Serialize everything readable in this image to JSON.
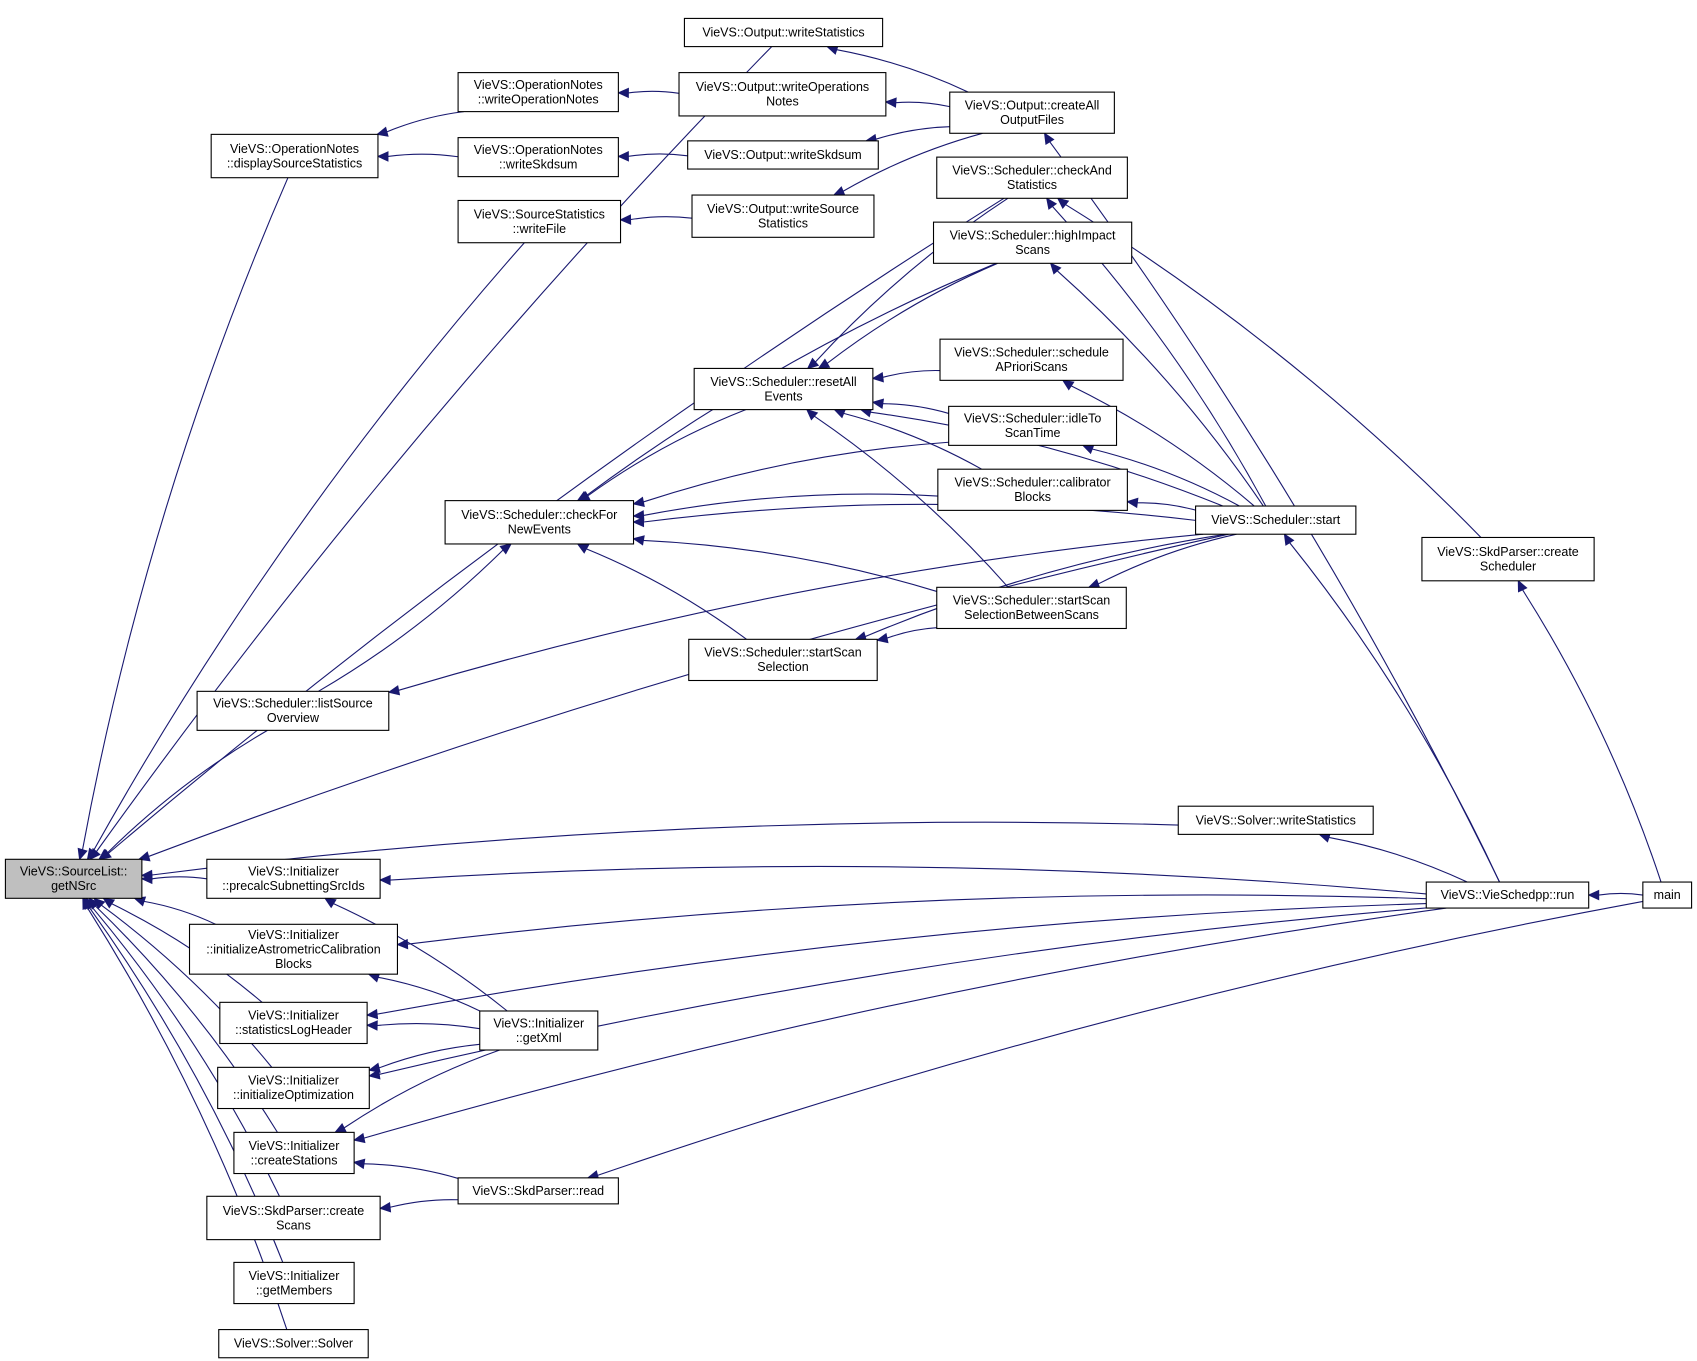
{
  "nodes": [
    {
      "id": "getNSrc",
      "lines": [
        "VieVS::SourceList::",
        "getNSrc"
      ],
      "focus": true
    },
    {
      "id": "writeStatisticsOut",
      "lines": [
        "VieVS::Output::writeStatistics"
      ]
    },
    {
      "id": "displaySourceStatistics",
      "lines": [
        "VieVS::OperationNotes",
        "::displaySourceStatistics"
      ]
    },
    {
      "id": "writeOperationNotesON",
      "lines": [
        "VieVS::OperationNotes",
        "::writeOperationNotes"
      ]
    },
    {
      "id": "writeSkdsumON",
      "lines": [
        "VieVS::OperationNotes",
        "::writeSkdsum"
      ]
    },
    {
      "id": "writeOperationsNotesOut",
      "lines": [
        "VieVS::Output::writeOperations",
        "Notes"
      ]
    },
    {
      "id": "writeSkdsumOut",
      "lines": [
        "VieVS::Output::writeSkdsum"
      ]
    },
    {
      "id": "createAllOutputFiles",
      "lines": [
        "VieVS::Output::createAll",
        "OutputFiles"
      ]
    },
    {
      "id": "ssWriteFile",
      "lines": [
        "VieVS::SourceStatistics",
        "::writeFile"
      ]
    },
    {
      "id": "writeSourceStatistics",
      "lines": [
        "VieVS::Output::writeSource",
        "Statistics"
      ]
    },
    {
      "id": "checkAndStatistics",
      "lines": [
        "VieVS::Scheduler::checkAnd",
        "Statistics"
      ]
    },
    {
      "id": "highImpactScans",
      "lines": [
        "VieVS::Scheduler::highImpact",
        "Scans"
      ]
    },
    {
      "id": "resetAllEvents",
      "lines": [
        "VieVS::Scheduler::resetAll",
        "Events"
      ]
    },
    {
      "id": "scheduleAPrioriScans",
      "lines": [
        "VieVS::Scheduler::schedule",
        "APrioriScans"
      ]
    },
    {
      "id": "idleToScanTime",
      "lines": [
        "VieVS::Scheduler::idleTo",
        "ScanTime"
      ]
    },
    {
      "id": "calibratorBlocks",
      "lines": [
        "VieVS::Scheduler::calibrator",
        "Blocks"
      ]
    },
    {
      "id": "checkForNewEvents",
      "lines": [
        "VieVS::Scheduler::checkFor",
        "NewEvents"
      ]
    },
    {
      "id": "schedStart",
      "lines": [
        "VieVS::Scheduler::start"
      ]
    },
    {
      "id": "startScanSelectionBetweenScans",
      "lines": [
        "VieVS::Scheduler::startScan",
        "SelectionBetweenScans"
      ]
    },
    {
      "id": "startScanSelection",
      "lines": [
        "VieVS::Scheduler::startScan",
        "Selection"
      ]
    },
    {
      "id": "listSourceOverview",
      "lines": [
        "VieVS::Scheduler::listSource",
        "Overview"
      ]
    },
    {
      "id": "createScheduler",
      "lines": [
        "VieVS::SkdParser::create",
        "Scheduler"
      ]
    },
    {
      "id": "solverWriteStatistics",
      "lines": [
        "VieVS::Solver::writeStatistics"
      ]
    },
    {
      "id": "vieSchedppRun",
      "lines": [
        "VieVS::VieSchedpp::run"
      ]
    },
    {
      "id": "main",
      "lines": [
        "main"
      ]
    },
    {
      "id": "precalcSubnetting",
      "lines": [
        "VieVS::Initializer",
        "::precalcSubnettingSrcIds"
      ]
    },
    {
      "id": "initAstroCal",
      "lines": [
        "VieVS::Initializer",
        "::initializeAstrometricCalibration",
        "Blocks"
      ]
    },
    {
      "id": "statisticsLogHeader",
      "lines": [
        "VieVS::Initializer",
        "::statisticsLogHeader"
      ]
    },
    {
      "id": "getXml",
      "lines": [
        "VieVS::Initializer",
        "::getXml"
      ]
    },
    {
      "id": "initializeOptimization",
      "lines": [
        "VieVS::Initializer",
        "::initializeOptimization"
      ]
    },
    {
      "id": "createStations",
      "lines": [
        "VieVS::Initializer",
        "::createStations"
      ]
    },
    {
      "id": "skdParserRead",
      "lines": [
        "VieVS::SkdParser::read"
      ]
    },
    {
      "id": "skdCreateScans",
      "lines": [
        "VieVS::SkdParser::create",
        "Scans"
      ]
    },
    {
      "id": "getMembers",
      "lines": [
        "VieVS::Initializer",
        "::getMembers"
      ]
    },
    {
      "id": "solverSolver",
      "lines": [
        "VieVS::Solver::Solver"
      ]
    }
  ],
  "edges": [
    [
      "getNSrc",
      "writeStatisticsOut"
    ],
    [
      "getNSrc",
      "displaySourceStatistics"
    ],
    [
      "getNSrc",
      "ssWriteFile"
    ],
    [
      "getNSrc",
      "checkAndStatistics"
    ],
    [
      "getNSrc",
      "listSourceOverview"
    ],
    [
      "getNSrc",
      "schedStart"
    ],
    [
      "getNSrc",
      "solverWriteStatistics"
    ],
    [
      "getNSrc",
      "precalcSubnetting"
    ],
    [
      "getNSrc",
      "initAstroCal"
    ],
    [
      "getNSrc",
      "statisticsLogHeader"
    ],
    [
      "getNSrc",
      "initializeOptimization"
    ],
    [
      "getNSrc",
      "createStations"
    ],
    [
      "getNSrc",
      "skdCreateScans"
    ],
    [
      "getNSrc",
      "getMembers"
    ],
    [
      "getNSrc",
      "solverSolver"
    ],
    [
      "writeStatisticsOut",
      "createAllOutputFiles"
    ],
    [
      "displaySourceStatistics",
      "writeOperationNotesON"
    ],
    [
      "displaySourceStatistics",
      "writeSkdsumON"
    ],
    [
      "writeOperationNotesON",
      "writeOperationsNotesOut"
    ],
    [
      "writeSkdsumON",
      "writeSkdsumOut"
    ],
    [
      "writeOperationsNotesOut",
      "createAllOutputFiles"
    ],
    [
      "writeSkdsumOut",
      "createAllOutputFiles"
    ],
    [
      "ssWriteFile",
      "writeSourceStatistics"
    ],
    [
      "writeSourceStatistics",
      "createAllOutputFiles"
    ],
    [
      "createAllOutputFiles",
      "vieSchedppRun"
    ],
    [
      "checkAndStatistics",
      "schedStart"
    ],
    [
      "checkAndStatistics",
      "createScheduler"
    ],
    [
      "highImpactScans",
      "schedStart"
    ],
    [
      "resetAllEvents",
      "checkAndStatistics"
    ],
    [
      "resetAllEvents",
      "highImpactScans"
    ],
    [
      "resetAllEvents",
      "scheduleAPrioriScans"
    ],
    [
      "resetAllEvents",
      "idleToScanTime"
    ],
    [
      "resetAllEvents",
      "calibratorBlocks"
    ],
    [
      "resetAllEvents",
      "startScanSelectionBetweenScans"
    ],
    [
      "resetAllEvents",
      "schedStart"
    ],
    [
      "scheduleAPrioriScans",
      "schedStart"
    ],
    [
      "idleToScanTime",
      "schedStart"
    ],
    [
      "calibratorBlocks",
      "schedStart"
    ],
    [
      "checkForNewEvents",
      "resetAllEvents"
    ],
    [
      "checkForNewEvents",
      "highImpactScans"
    ],
    [
      "checkForNewEvents",
      "idleToScanTime"
    ],
    [
      "checkForNewEvents",
      "calibratorBlocks"
    ],
    [
      "checkForNewEvents",
      "schedStart"
    ],
    [
      "checkForNewEvents",
      "startScanSelectionBetweenScans"
    ],
    [
      "checkForNewEvents",
      "startScanSelection"
    ],
    [
      "checkForNewEvents",
      "listSourceOverview"
    ],
    [
      "startScanSelectionBetweenScans",
      "schedStart"
    ],
    [
      "startScanSelection",
      "startScanSelectionBetweenScans"
    ],
    [
      "startScanSelection",
      "schedStart"
    ],
    [
      "listSourceOverview",
      "schedStart"
    ],
    [
      "schedStart",
      "vieSchedppRun"
    ],
    [
      "createScheduler",
      "main"
    ],
    [
      "solverWriteStatistics",
      "vieSchedppRun"
    ],
    [
      "vieSchedppRun",
      "main"
    ],
    [
      "precalcSubnetting",
      "vieSchedppRun"
    ],
    [
      "precalcSubnetting",
      "getXml"
    ],
    [
      "initAstroCal",
      "vieSchedppRun"
    ],
    [
      "initAstroCal",
      "getXml"
    ],
    [
      "statisticsLogHeader",
      "getXml"
    ],
    [
      "statisticsLogHeader",
      "vieSchedppRun"
    ],
    [
      "initializeOptimization",
      "getXml"
    ],
    [
      "initializeOptimization",
      "vieSchedppRun"
    ],
    [
      "createStations",
      "getXml"
    ],
    [
      "createStations",
      "vieSchedppRun"
    ],
    [
      "createStations",
      "skdParserRead"
    ],
    [
      "skdCreateScans",
      "skdParserRead"
    ],
    [
      "skdParserRead",
      "main"
    ]
  ]
}
